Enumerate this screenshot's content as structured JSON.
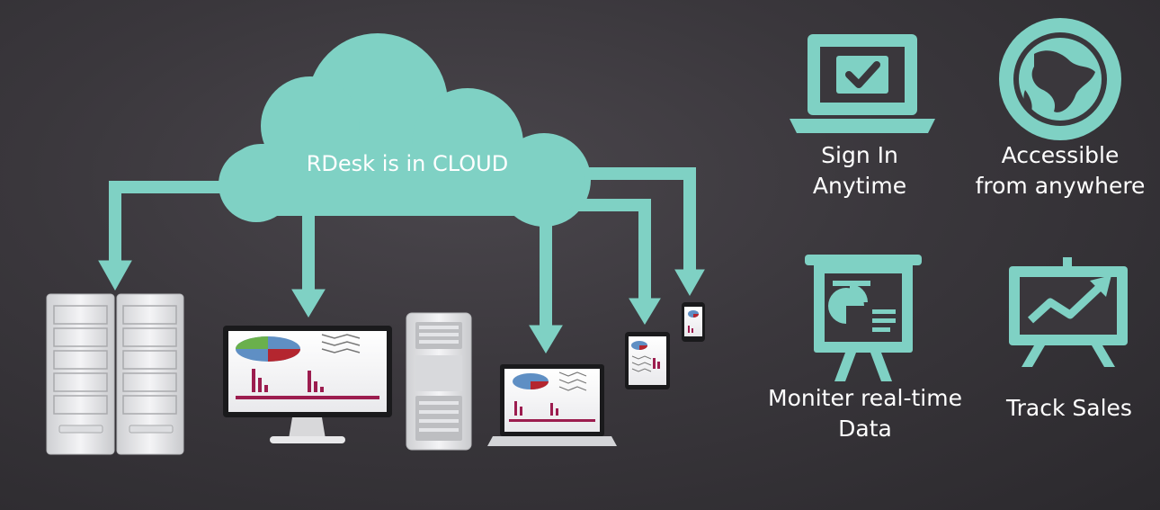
{
  "cloud": {
    "title": "RDesk is in CLOUD"
  },
  "colors": {
    "accent": "#7fd1c4",
    "background": "#3a373c",
    "text": "#ffffff",
    "device_body": "#e8e8ea",
    "chart_bars": "#9c1d4f"
  },
  "devices": [
    {
      "icon": "server-rack-icon"
    },
    {
      "icon": "desktop-monitor-icon"
    },
    {
      "icon": "tower-pc-icon"
    },
    {
      "icon": "laptop-icon"
    },
    {
      "icon": "tablet-icon"
    },
    {
      "icon": "phone-icon"
    }
  ],
  "features": [
    {
      "icon": "laptop-check-icon",
      "line1": "Sign In",
      "line2": "Anytime"
    },
    {
      "icon": "globe-icon",
      "line1": "Accessible",
      "line2": "from anywhere"
    },
    {
      "icon": "presentation-board-icon",
      "line1": "Moniter real-time",
      "line2": "Data"
    },
    {
      "icon": "trend-board-icon",
      "line1": "Track Sales",
      "line2": ""
    }
  ]
}
